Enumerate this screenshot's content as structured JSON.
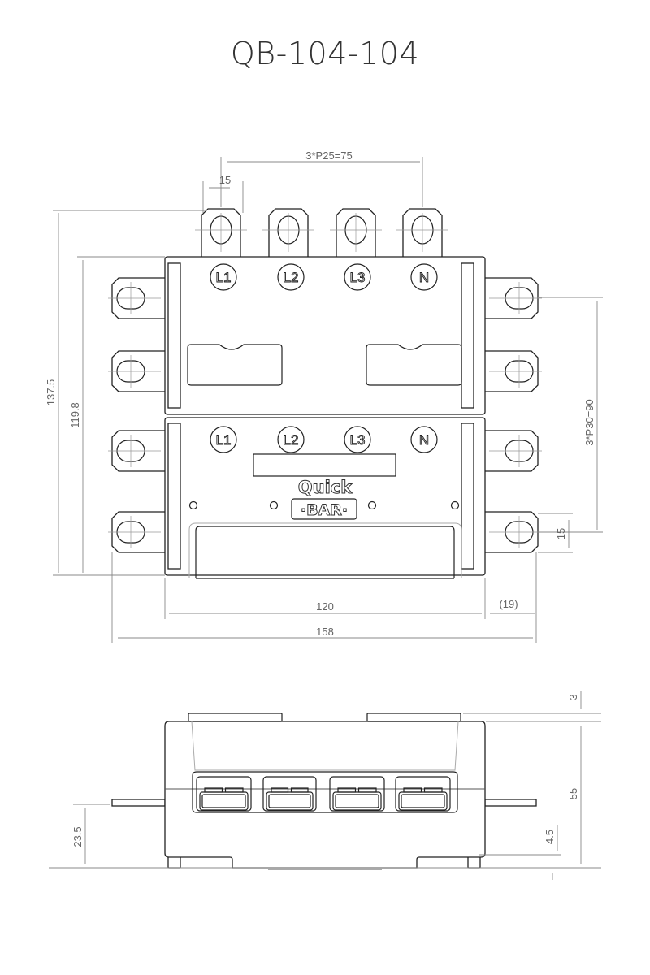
{
  "title": "QB-104-104",
  "terminals": [
    "L1",
    "L2",
    "L3",
    "N"
  ],
  "logo": {
    "line1": "Quick",
    "line2": "·BAR·"
  },
  "top_view_dimensions": {
    "pitch_top": "3*P25=75",
    "tab_width": "15",
    "overall_height": "137.5",
    "body_height": "119.8",
    "pitch_side": "3*P30=90",
    "side_tab_width": "15",
    "body_width": "120",
    "side_tab_length": "(19)",
    "overall_width": "158"
  },
  "side_view_dimensions": {
    "cover_height": "3",
    "body_height": "55",
    "tab_height": "23.5",
    "foot_height": "4.5"
  }
}
